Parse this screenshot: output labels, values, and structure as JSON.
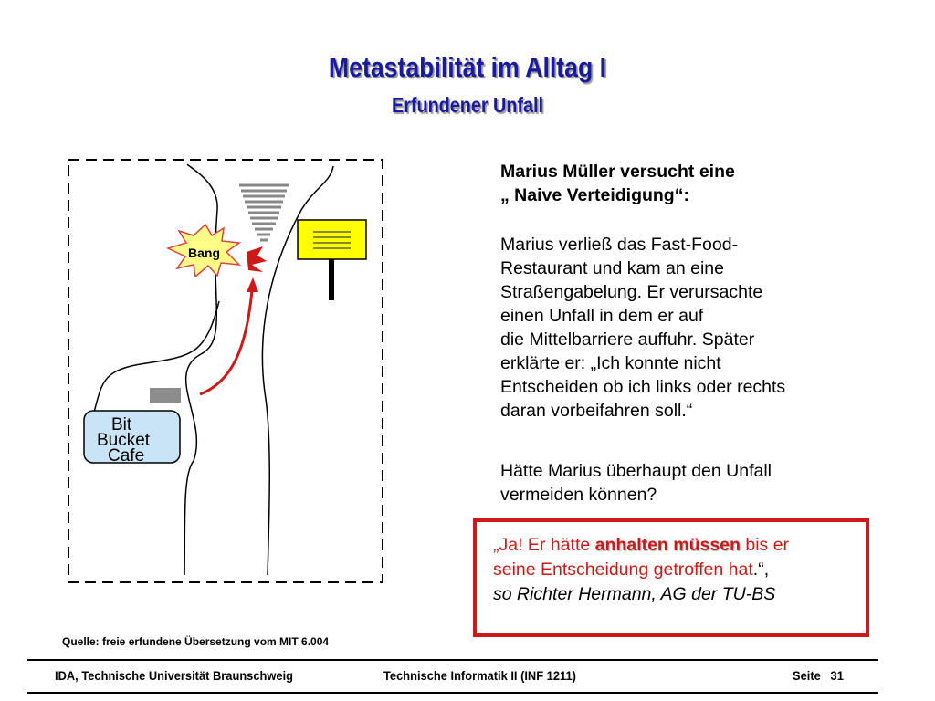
{
  "title": "Metastabilität im Alltag I",
  "subtitle": "Erfundener Unfall",
  "diagram": {
    "bang_label": "Bang",
    "cafe_lines": [
      "Bit",
      "Bucket",
      "Cafe"
    ]
  },
  "heading": [
    "Marius Müller versucht eine",
    "„ Naive Verteidigung“:"
  ],
  "paragraph": [
    "Marius verließ das Fast-Food-",
    "Restaurant und kam an eine",
    "Straßengabelung. Er verursachte",
    "einen Unfall in dem er auf",
    "die Mittelbarriere auffuhr. Später",
    "erklärte er: „Ich konnte nicht",
    "Entscheiden ob ich links oder rechts",
    "daran vorbeifahren soll.“"
  ],
  "question": [
    "Hätte Marius überhaupt den Unfall",
    "vermeiden können?"
  ],
  "answer": {
    "l1_pre": "„Ja! Er hätte ",
    "l1_bold": "anhalten müssen",
    "l1_post": " bis er",
    "l2_red": "seine Entscheidung getroffen hat",
    "l2_black": ".“,",
    "l3": "so Richter Hermann, AG der TU-BS"
  },
  "source": "Quelle: freie erfundene Übersetzung vom MIT 6.004",
  "footer": {
    "institution": "IDA, Technische Universität Braunschweig",
    "course": "Technische Informatik II (INF 1211)",
    "page_label": "Seite",
    "page_number": "31"
  },
  "colors": {
    "title": "#1a1a9e",
    "answer_red": "#d01818",
    "sign_yellow": "#ffff00",
    "cafe_fill": "#c8e4f6"
  }
}
